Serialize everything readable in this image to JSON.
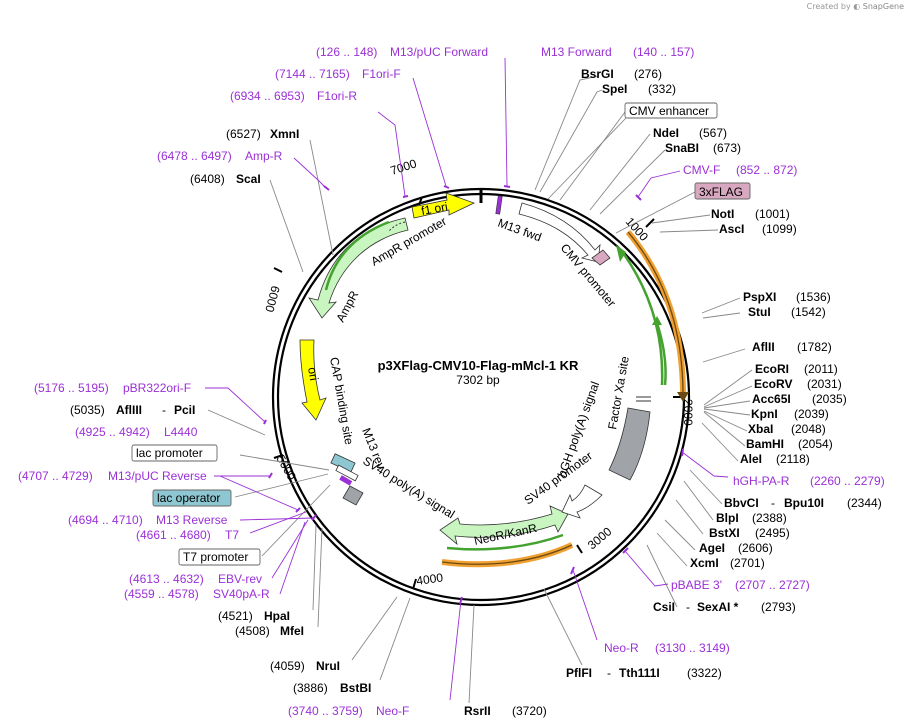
{
  "credit": {
    "created_by": "Created by",
    "brand": "SnapGene"
  },
  "plasmid": {
    "name": "p3XFlag-CMV10-Flag-mMcl-1 KR",
    "size": "7302 bp"
  },
  "ticks": [
    "1000",
    "2000",
    "3000",
    "4000",
    "5000",
    "6000",
    "7000"
  ],
  "enzymes": [
    {
      "name": "BsrGI",
      "pos": "(276)"
    },
    {
      "name": "SpeI",
      "pos": "(332)"
    },
    {
      "name": "NdeI",
      "pos": "(567)"
    },
    {
      "name": "SnaBI",
      "pos": "(673)"
    },
    {
      "name": "NotI",
      "pos": "(1001)"
    },
    {
      "name": "AscI",
      "pos": "(1099)"
    },
    {
      "name": "PspXI",
      "pos": "(1536)"
    },
    {
      "name": "StuI",
      "pos": "(1542)"
    },
    {
      "name": "AflII",
      "pos": "(1782)"
    },
    {
      "name": "EcoRI",
      "pos": "(2011)"
    },
    {
      "name": "EcoRV",
      "pos": "(2031)"
    },
    {
      "name": "Acc65I",
      "pos": "(2035)"
    },
    {
      "name": "KpnI",
      "pos": "(2039)"
    },
    {
      "name": "XbaI",
      "pos": "(2048)"
    },
    {
      "name": "BamHI",
      "pos": "(2054)"
    },
    {
      "name": "AleI",
      "pos": "(2118)"
    },
    {
      "name": "BbvCI",
      "name2": "Bpu10I",
      "pos": "(2344)"
    },
    {
      "name": "BlpI",
      "pos": "(2388)"
    },
    {
      "name": "BstXI",
      "pos": "(2495)"
    },
    {
      "name": "AgeI",
      "pos": "(2606)"
    },
    {
      "name": "XcmI",
      "pos": "(2701)"
    },
    {
      "name": "CsiI",
      "name2": "SexAI *",
      "pos": "(2793)"
    },
    {
      "name": "PflFI",
      "name2": "Tth111I",
      "pos": "(3322)"
    },
    {
      "name": "RsrII",
      "pos": "(3720)"
    },
    {
      "name": "BstBI",
      "pos": "(3886)"
    },
    {
      "name": "NruI",
      "pos": "(4059)"
    },
    {
      "name": "MfeI",
      "pos": "(4508)"
    },
    {
      "name": "HpaI",
      "pos": "(4521)"
    },
    {
      "name": "AflIII",
      "name2": "PciI",
      "pos": "(5035)"
    },
    {
      "name": "ScaI",
      "pos": "(6408)"
    },
    {
      "name": "XmnI",
      "pos": "(6527)"
    }
  ],
  "primers": [
    {
      "name": "M13/pUC Forward",
      "pos": "(126 .. 148)"
    },
    {
      "name": "M13 Forward",
      "pos": "(140 .. 157)"
    },
    {
      "name": "F1ori-F",
      "pos": "(7144 .. 7165)"
    },
    {
      "name": "F1ori-R",
      "pos": "(6934 .. 6953)"
    },
    {
      "name": "Amp-R",
      "pos": "(6478 .. 6497)"
    },
    {
      "name": "CMV-F",
      "pos": "(852 .. 872)"
    },
    {
      "name": "hGH-PA-R",
      "pos": "(2260 .. 2279)"
    },
    {
      "name": "pBABE 3'",
      "pos": "(2707 .. 2727)"
    },
    {
      "name": "Neo-R",
      "pos": "(3130 .. 3149)"
    },
    {
      "name": "Neo-F",
      "pos": "(3740 .. 3759)"
    },
    {
      "name": "pBR322ori-F",
      "pos": "(5176 .. 5195)"
    },
    {
      "name": "L4440",
      "pos": "(4925 .. 4942)"
    },
    {
      "name": "M13/pUC Reverse",
      "pos": "(4707 .. 4729)"
    },
    {
      "name": "M13 Reverse",
      "pos": "(4694 .. 4710)"
    },
    {
      "name": "T7",
      "pos": "(4661 .. 4680)"
    },
    {
      "name": "EBV-rev",
      "pos": "(4613 .. 4632)"
    },
    {
      "name": "SV40pA-R",
      "pos": "(4559 .. 4578)"
    }
  ],
  "boxed_features": {
    "cmv_enhancer": "CMV enhancer",
    "flag": "3xFLAG",
    "lac_promoter": "lac promoter",
    "lac_operator": "lac operator",
    "t7_promoter": "T7 promoter"
  },
  "features": {
    "f1_ori": "f1 ori",
    "ampr_promoter": "AmpR promoter",
    "ampr": "AmpR",
    "ori": "ori",
    "cap_site": "CAP binding site",
    "m13_rev": "M13 rev",
    "sv40_polya": "SV40 poly(A) signal",
    "neor": "NeoR/KanR",
    "sv40_promoter": "SV40 promoter",
    "hgh_polya": "hGH poly(A) signal",
    "factor_xa": "Factor Xa site",
    "m13_fwd": "M13 fwd",
    "cmv_promoter": "CMV promoter"
  },
  "colors": {
    "primer": "#9b30d6",
    "orf_green": "#c8f5c0",
    "f1ori_yellow": "#ffff00",
    "flag_pink": "#d8a8c0",
    "lac_operator": "#8ec7d2",
    "orange": "#f0a030",
    "gray": "#a0a4a8"
  }
}
